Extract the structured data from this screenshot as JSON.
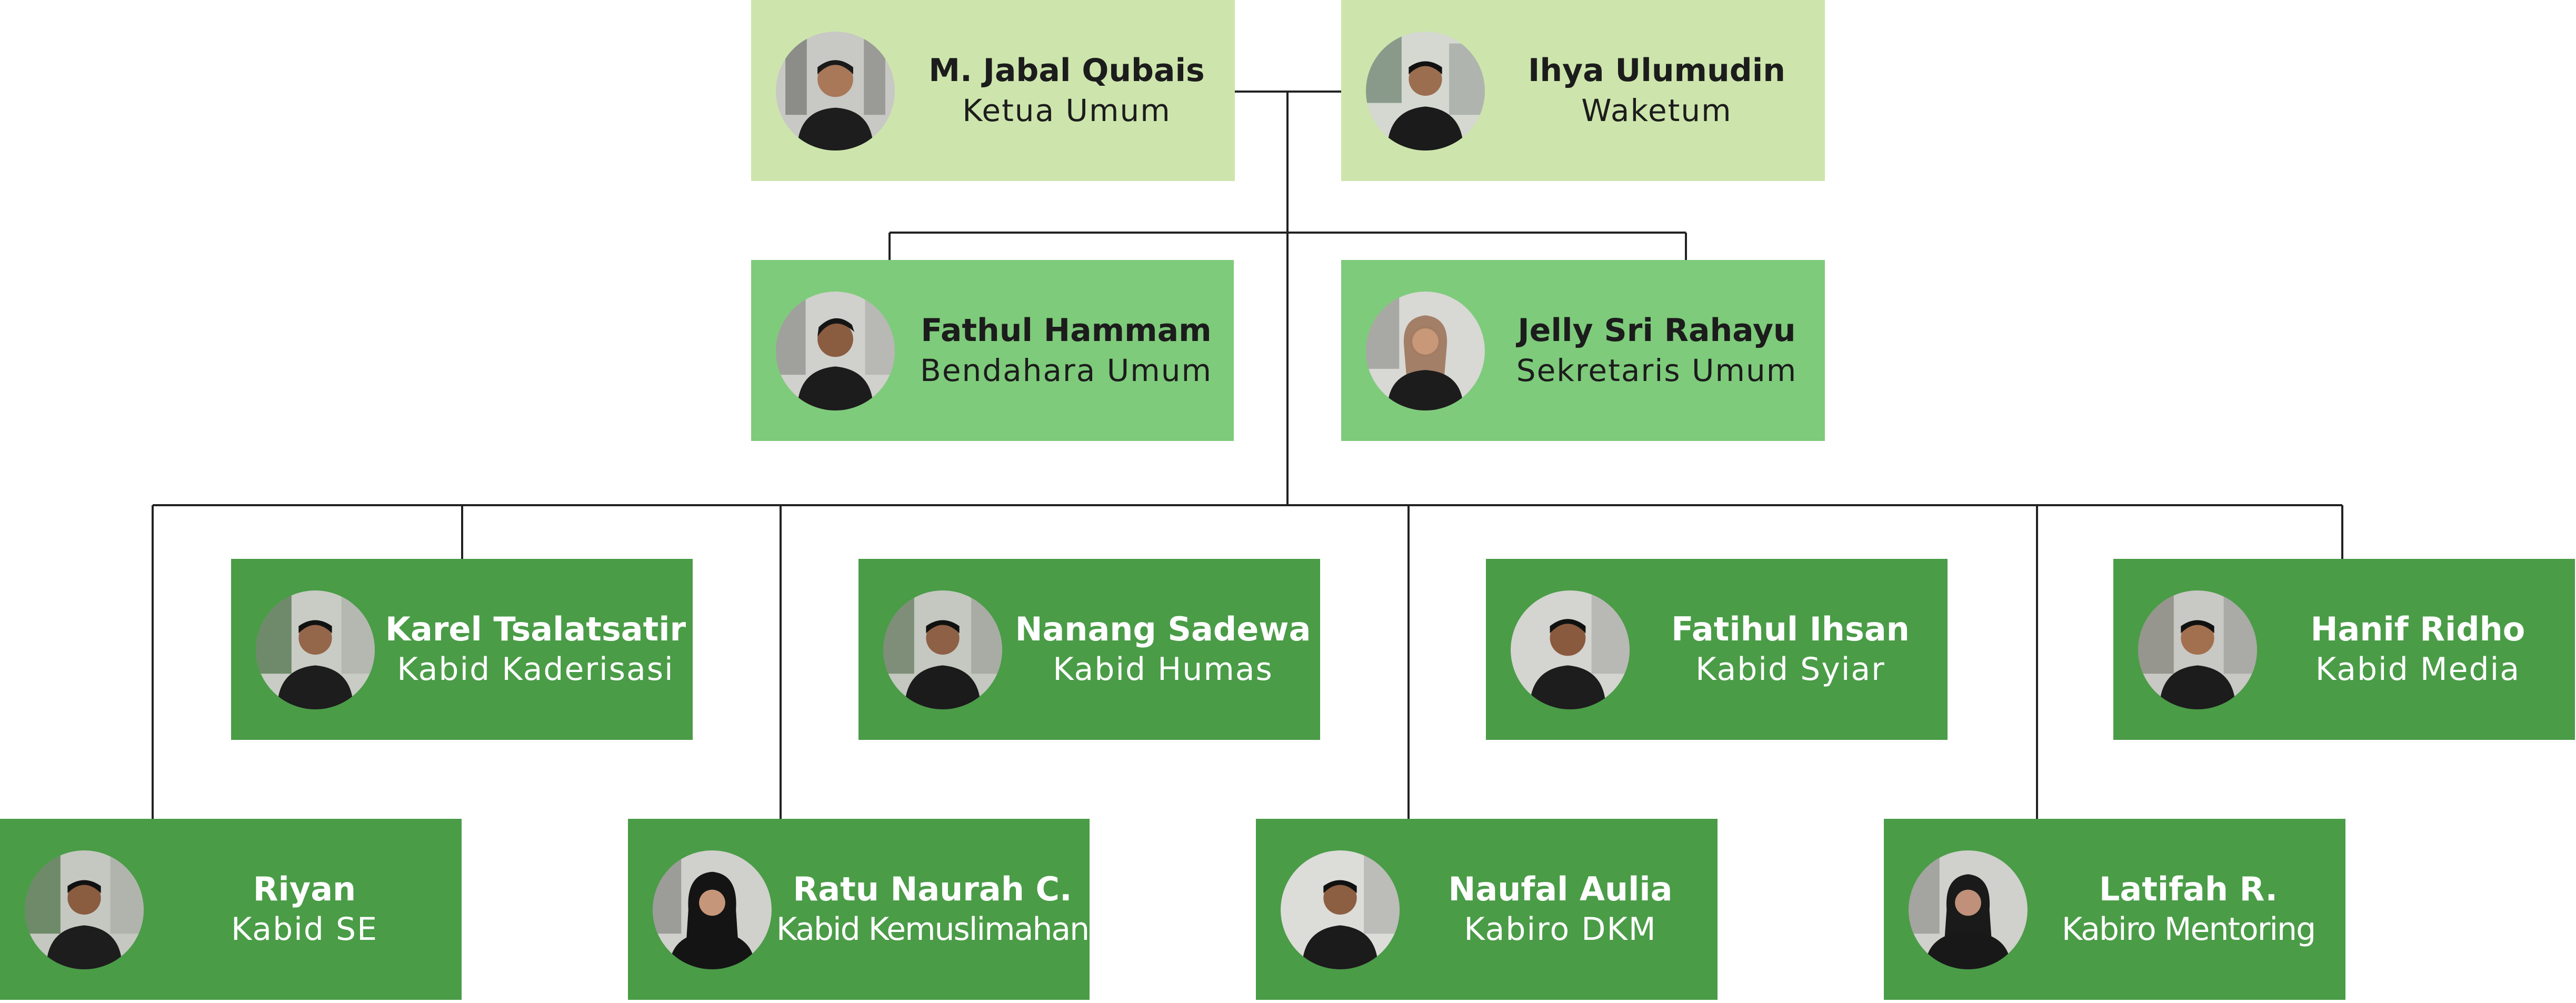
{
  "org_chart": {
    "top": [
      {
        "name": "M. Jabal Qubais",
        "role": "Ketua Umum"
      },
      {
        "name": "Ihya Ulumudin",
        "role": "Waketum"
      }
    ],
    "second": [
      {
        "name": "Fathul Hammam",
        "role": "Bendahara Umum"
      },
      {
        "name": "Jelly Sri Rahayu",
        "role": "Sekretaris Umum"
      }
    ],
    "third": [
      {
        "name": "Karel Tsalatsatir",
        "role": "Kabid Kaderisasi"
      },
      {
        "name": "Nanang Sadewa",
        "role": "Kabid Humas"
      },
      {
        "name": "Fatihul Ihsan",
        "role": "Kabid Syiar"
      },
      {
        "name": "Hanif Ridho",
        "role": "Kabid Media"
      }
    ],
    "fourth": [
      {
        "name": "Riyan",
        "role": "Kabid SE"
      },
      {
        "name": "Ratu Naurah C.",
        "role": "Kabid Kemuslimahan"
      },
      {
        "name": "Naufal Aulia",
        "role": "Kabiro DKM"
      },
      {
        "name": "Latifah R.",
        "role": "Kabiro Mentoring"
      }
    ]
  },
  "colors": {
    "top_card": "#cde5ac",
    "second_card": "#7ecb7b",
    "lower_card": "#4a9c47",
    "connector": "#222222"
  }
}
